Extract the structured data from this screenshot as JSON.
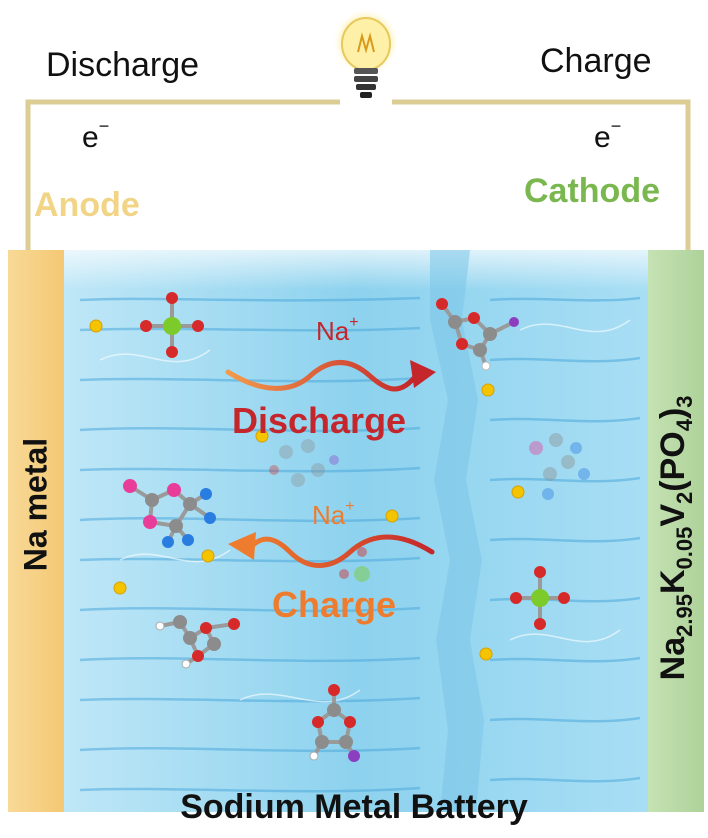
{
  "labels": {
    "discharge_top": "Discharge",
    "charge_top": "Charge",
    "electron_symbol": "e",
    "electron_charge": "−",
    "anode": "Anode",
    "cathode": "Cathode",
    "anode_material": "Na metal",
    "cathode_formula": {
      "parts": [
        "Na",
        "2.95",
        "K",
        "0.05",
        "V",
        "2",
        "(PO",
        "4",
        ")",
        "3"
      ]
    },
    "ion_symbol": "Na",
    "ion_charge": "+",
    "discharge_flow": "Discharge",
    "charge_flow": "Charge",
    "footer": "Sodium Metal Battery"
  },
  "colors": {
    "wire": "#d8c98f",
    "anode_bar": "#f7cf83",
    "anode_label": "#f2d487",
    "cathode_bar": "#b9d9a7",
    "cathode_label": "#7ab84f",
    "electrolyte": "#8fd3ef",
    "discharge": "#c4262b",
    "charge": "#ee7c2f",
    "sodium_dot": "#f5c400"
  }
}
